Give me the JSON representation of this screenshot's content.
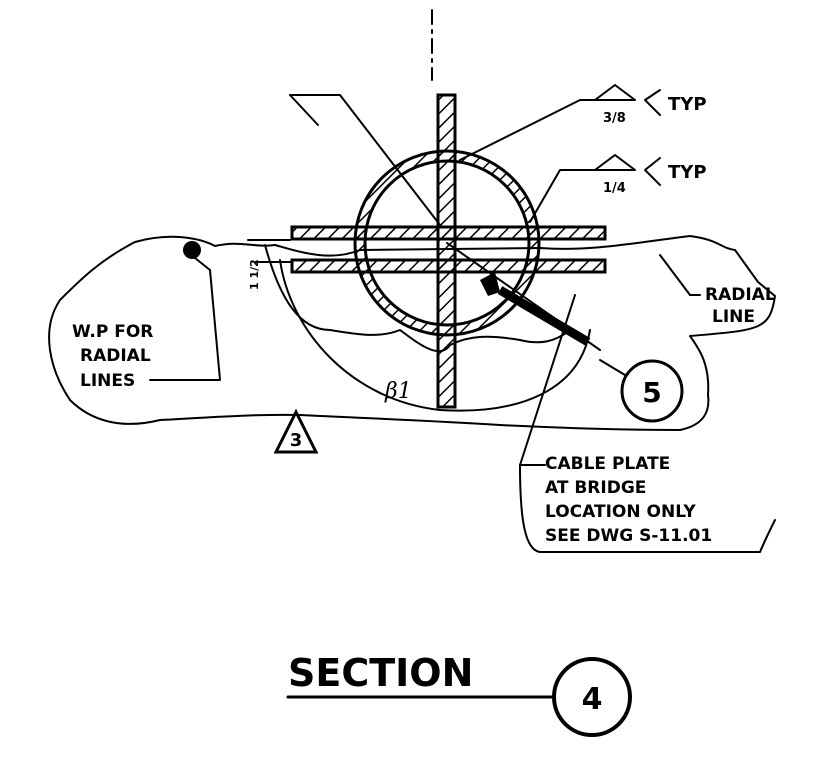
{
  "drawing": {
    "weld_typ_1": "TYP",
    "weld_typ_2": "TYP",
    "weld_size_1": "3/8",
    "weld_size_2": "1/4",
    "dim_small": "1 1/2",
    "beta_label": "β1",
    "callout_5": "5",
    "triangle_rev": "3",
    "label_radial_line": [
      "RADIAL",
      "LINE"
    ],
    "label_wp": [
      "W.P FOR",
      "RADIAL",
      "LINES"
    ],
    "label_cable_plate": [
      "CABLE PLATE",
      "AT BRIDGE",
      "LOCATION ONLY",
      "SEE DWG S-11.01"
    ],
    "section_title": "SECTION",
    "section_number": "4"
  }
}
